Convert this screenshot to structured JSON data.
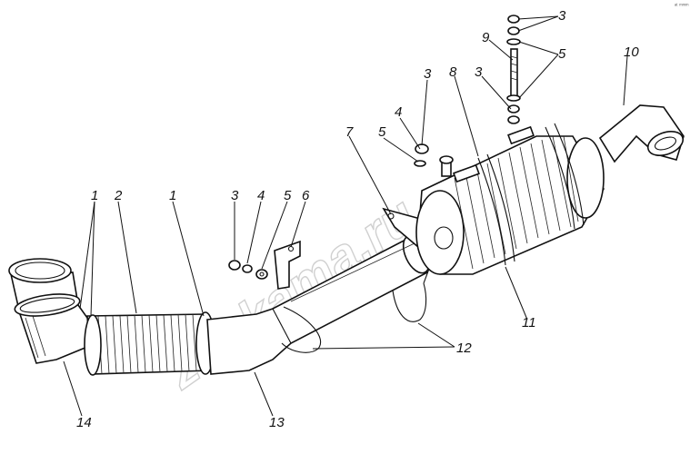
{
  "diagram": {
    "corner_mark": "ᵃᵗ ᵐᵐᵐ",
    "watermark": "zapkama.ru",
    "callouts": [
      {
        "id": "c1a",
        "label": "1"
      },
      {
        "id": "c2",
        "label": "2"
      },
      {
        "id": "c1b",
        "label": "1"
      },
      {
        "id": "c3a",
        "label": "3"
      },
      {
        "id": "c4a",
        "label": "4"
      },
      {
        "id": "c5a",
        "label": "5"
      },
      {
        "id": "c6",
        "label": "6"
      },
      {
        "id": "c7",
        "label": "7"
      },
      {
        "id": "c5b",
        "label": "5"
      },
      {
        "id": "c4b",
        "label": "4"
      },
      {
        "id": "c3b",
        "label": "3"
      },
      {
        "id": "c8",
        "label": "8"
      },
      {
        "id": "c3c",
        "label": "3"
      },
      {
        "id": "c9",
        "label": "9"
      },
      {
        "id": "c3d",
        "label": "3"
      },
      {
        "id": "c5c",
        "label": "5"
      },
      {
        "id": "c10",
        "label": "10"
      },
      {
        "id": "c11",
        "label": "11"
      },
      {
        "id": "c12",
        "label": "12"
      },
      {
        "id": "c13",
        "label": "13"
      },
      {
        "id": "c14",
        "label": "14"
      }
    ]
  }
}
